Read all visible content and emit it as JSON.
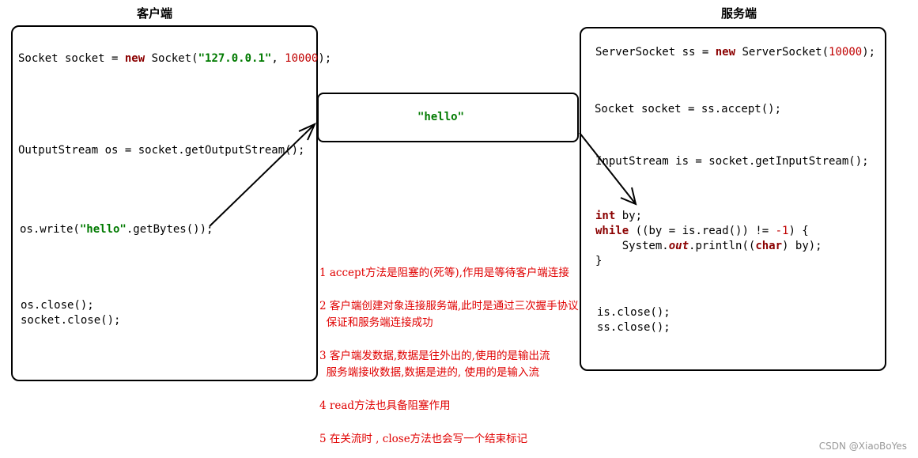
{
  "client": {
    "title": "客户端",
    "line1": {
      "p1": "Socket socket = ",
      "kw": "new",
      "p2": " Socket(",
      "s": "\"127.0.0.1\"",
      "p3": ", ",
      "n": "10000",
      "p4": ");"
    },
    "line2": "OutputStream os = socket.getOutputStream();",
    "line3": {
      "p1": "os.write(",
      "s": "\"hello\"",
      "p2": ".getBytes());"
    },
    "line4": "os.close();",
    "line5": "socket.close();"
  },
  "server": {
    "title": "服务端",
    "line1": {
      "p1": "ServerSocket ss = ",
      "kw": "new",
      "p2": " ServerSocket(",
      "n": "10000",
      "p3": ");"
    },
    "line2": "Socket socket = ss.accept();",
    "line3": "InputStream is = socket.getInputStream();",
    "loop": {
      "kw_int": "int",
      "decl": " by;",
      "kw_while": "while",
      "cond1": " ((by = is.read()) != ",
      "neg": "-1",
      "cond2": ") {",
      "body1": "    System.",
      "out": "out",
      "body2": ".println((",
      "kw_char": "char",
      "body3": ") by);",
      "close": "}"
    },
    "line4": "is.close();",
    "line5": "ss.close();"
  },
  "data_packet": "\"hello\"",
  "notes": [
    "1 accept方法是阻塞的(死等),作用是等待客户端连接",
    "2 客户端创建对象连接服务端,此时是通过三次握手协议\n  保证和服务端连接成功",
    "3 客户端发数据,数据是往外出的,使用的是输出流\n  服务端接收数据,数据是进的, 使用的是输入流",
    "4 read方法也具备阻塞作用",
    "5 在关流时 , close方法也会写一个结束标记"
  ],
  "watermark": "CSDN @XiaoBoYes"
}
